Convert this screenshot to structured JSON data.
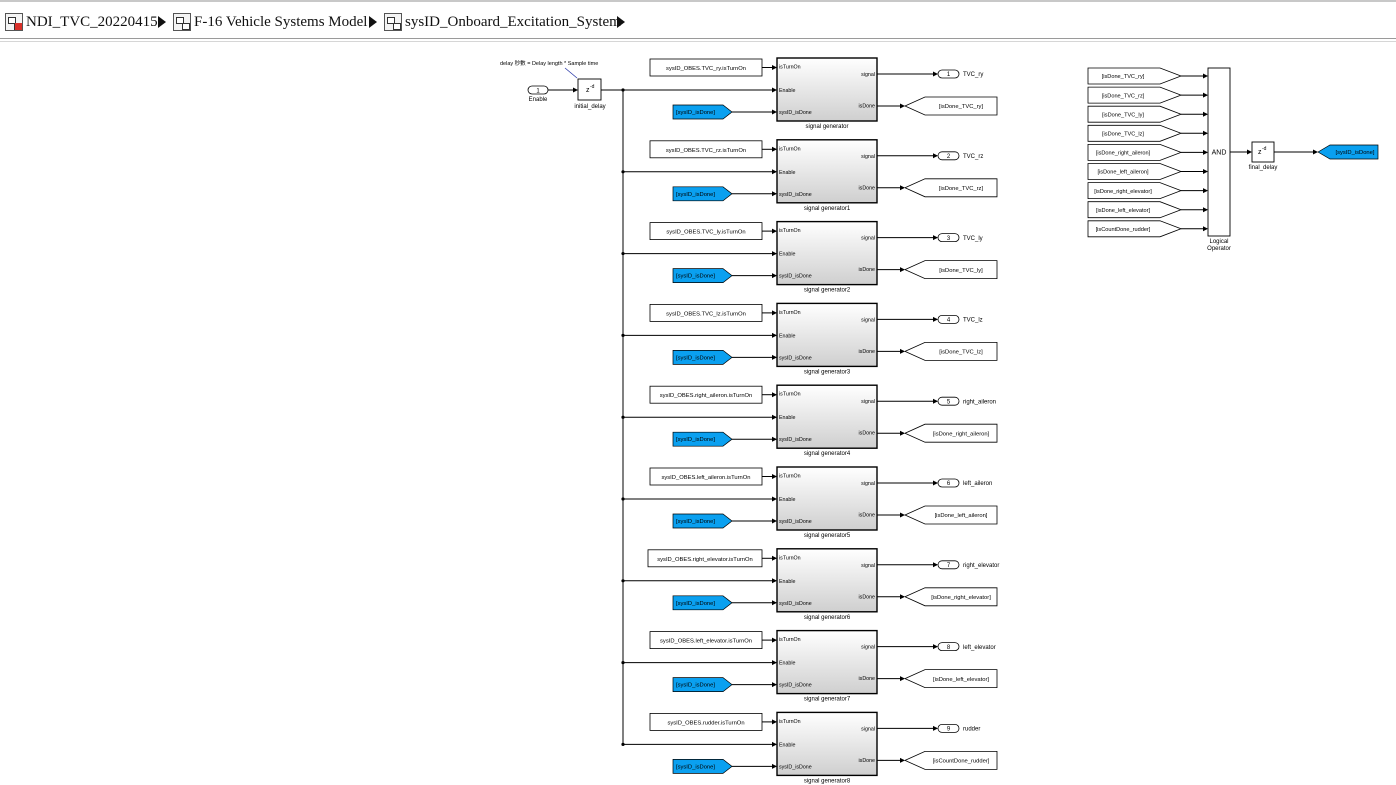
{
  "breadcrumb": [
    {
      "label": "NDI_TVC_20220415",
      "icon": "model-root-icon"
    },
    {
      "label": "F-16 Vehicle Systems Model",
      "icon": "subsystem-icon"
    },
    {
      "label": "sysID_Onboard_Excitation_System",
      "icon": "subsystem-icon"
    }
  ],
  "diagram": {
    "annotation": "delay 秒數 = Delay length * Sample time",
    "enable_inport": {
      "number": "1",
      "label": "Enable"
    },
    "initial_delay": {
      "symbol": "z",
      "exp": "-d",
      "label": "initial_delay"
    },
    "generators": [
      {
        "constant": "sysID_OBES.TVC_ry.isTurnOn",
        "from_tag": "[sysID_isDone]",
        "name": "signal generator",
        "outport_num": "1",
        "outport_label": "TVC_ry",
        "goto_tag": "[isDone_TVC_ry]"
      },
      {
        "constant": "sysID_OBES.TVC_rz.isTurnOn",
        "from_tag": "[sysID_isDone]",
        "name": "signal generator1",
        "outport_num": "2",
        "outport_label": "TVC_rz",
        "goto_tag": "[isDone_TVC_rz]"
      },
      {
        "constant": "sysID_OBES.TVC_ly.isTurnOn",
        "from_tag": "[sysID_isDone]",
        "name": "signal generator2",
        "outport_num": "3",
        "outport_label": "TVC_ly",
        "goto_tag": "[isDone_TVC_ly]"
      },
      {
        "constant": "sysID_OBES.TVC_lz.isTurnOn",
        "from_tag": "[sysID_isDone]",
        "name": "signal generator3",
        "outport_num": "4",
        "outport_label": "TVC_lz",
        "goto_tag": "[isDone_TVC_lz]"
      },
      {
        "constant": "sysID_OBES.right_aileron.isTurnOn",
        "from_tag": "[sysID_isDone]",
        "name": "signal generator4",
        "outport_num": "5",
        "outport_label": "right_aileron",
        "goto_tag": "[isDone_right_aileron]"
      },
      {
        "constant": "sysID_OBES.left_aileron.isTurnOn",
        "from_tag": "[sysID_isDone]",
        "name": "signal generator5",
        "outport_num": "6",
        "outport_label": "left_aileron",
        "goto_tag": "[isDone_left_aileron]"
      },
      {
        "constant": "sysID_OBES.right_elevator.isTurnOn",
        "from_tag": "[sysID_isDone]",
        "name": "signal generator6",
        "outport_num": "7",
        "outport_label": "right_elevator",
        "goto_tag": "[isDone_right_elevator]"
      },
      {
        "constant": "sysID_OBES.left_elevator.isTurnOn",
        "from_tag": "[sysID_isDone]",
        "name": "signal generator7",
        "outport_num": "8",
        "outport_label": "left_elevator",
        "goto_tag": "[isDone_left_elevator]"
      },
      {
        "constant": "sysID_OBES.rudder.isTurnOn",
        "from_tag": "[sysID_isDone]",
        "name": "signal generator8",
        "outport_num": "9",
        "outport_label": "rudder",
        "goto_tag": "[isCountDone_rudder]"
      }
    ],
    "port_labels": {
      "in1": "isTurnOn",
      "in2": "Enable",
      "in3": "sysID_isDone",
      "out1": "signal",
      "out2": "isDone"
    },
    "logic_inputs": [
      "[isDone_TVC_ry]",
      "[isDone_TVC_rz]",
      "[isDone_TVC_ly]",
      "[isDone_TVC_lz]",
      "[isDone_right_aileron]",
      "[isDone_left_aileron]",
      "[isDone_right_elevator]",
      "[isDone_left_elevator]",
      "[isCountDone_rudder]"
    ],
    "logical_operator": {
      "op": "AND",
      "label_line1": "Logical",
      "label_line2": "Operator"
    },
    "final_delay": {
      "symbol": "z",
      "exp": "-d",
      "label": "final_delay"
    },
    "final_goto": "[sysID_isDone]",
    "colors": {
      "highlight": "#0aa0f0",
      "line": "#000000",
      "block_border": "#000000"
    }
  }
}
